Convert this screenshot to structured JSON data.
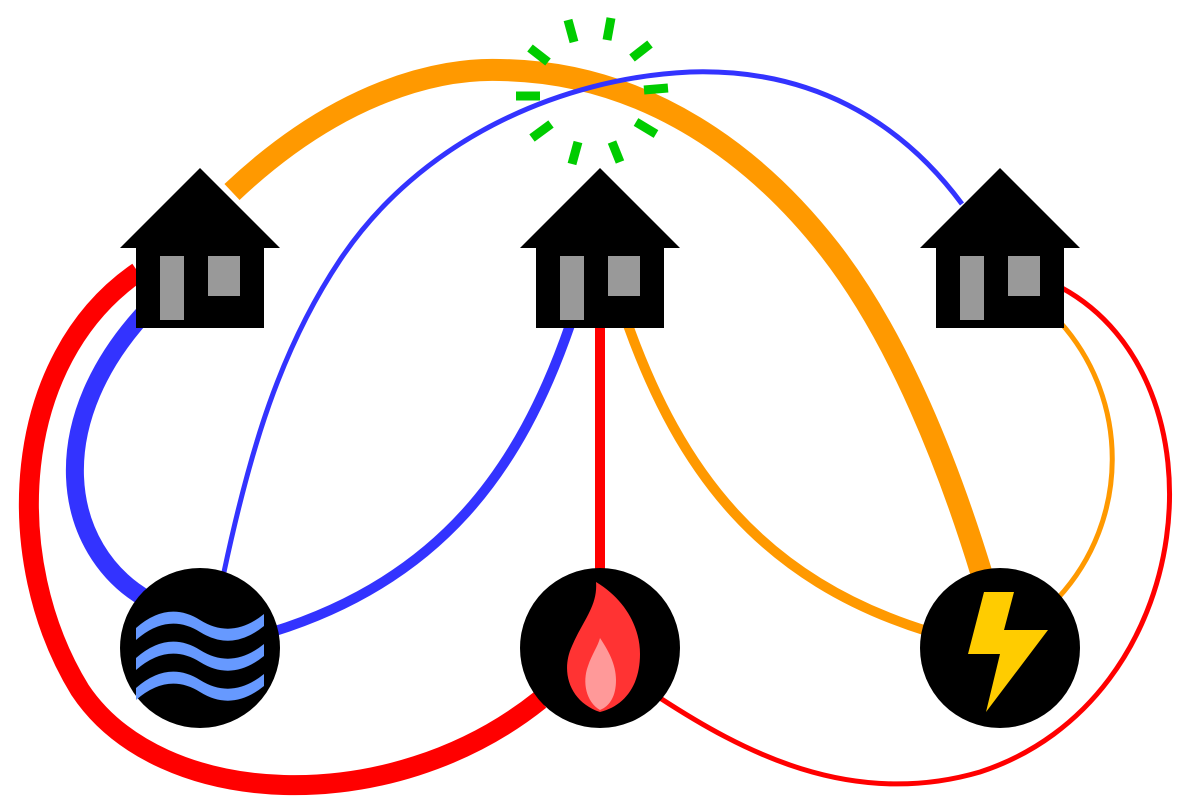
{
  "houses": [
    {
      "id": "house-1",
      "icon": "house-icon"
    },
    {
      "id": "house-2",
      "icon": "house-icon"
    },
    {
      "id": "house-3",
      "icon": "house-icon"
    }
  ],
  "utilities": [
    {
      "id": "water",
      "icon": "water-waves-icon",
      "color": "#3333ff",
      "icon_color": "#6699ff"
    },
    {
      "id": "gas",
      "icon": "flame-icon",
      "color": "#ff0000",
      "icon_color": "#ff3333",
      "icon_inner_color": "#ff9999"
    },
    {
      "id": "electricity",
      "icon": "lightning-bolt-icon",
      "color": "#ff9900",
      "icon_color": "#ffcc00"
    }
  ],
  "connections": [
    {
      "house": "house-1",
      "utility": "water",
      "weight": "thick"
    },
    {
      "house": "house-1",
      "utility": "gas",
      "weight": "thick"
    },
    {
      "house": "house-1",
      "utility": "electricity",
      "weight": "thick"
    },
    {
      "house": "house-2",
      "utility": "water",
      "weight": "medium"
    },
    {
      "house": "house-2",
      "utility": "gas",
      "weight": "medium"
    },
    {
      "house": "house-2",
      "utility": "electricity",
      "weight": "medium"
    },
    {
      "house": "house-3",
      "utility": "water",
      "weight": "thin"
    },
    {
      "house": "house-3",
      "utility": "gas",
      "weight": "thin"
    },
    {
      "house": "house-3",
      "utility": "electricity",
      "weight": "thin"
    }
  ],
  "crossing_marker": {
    "icon": "crossing-burst-icon",
    "color": "#00cc00"
  }
}
